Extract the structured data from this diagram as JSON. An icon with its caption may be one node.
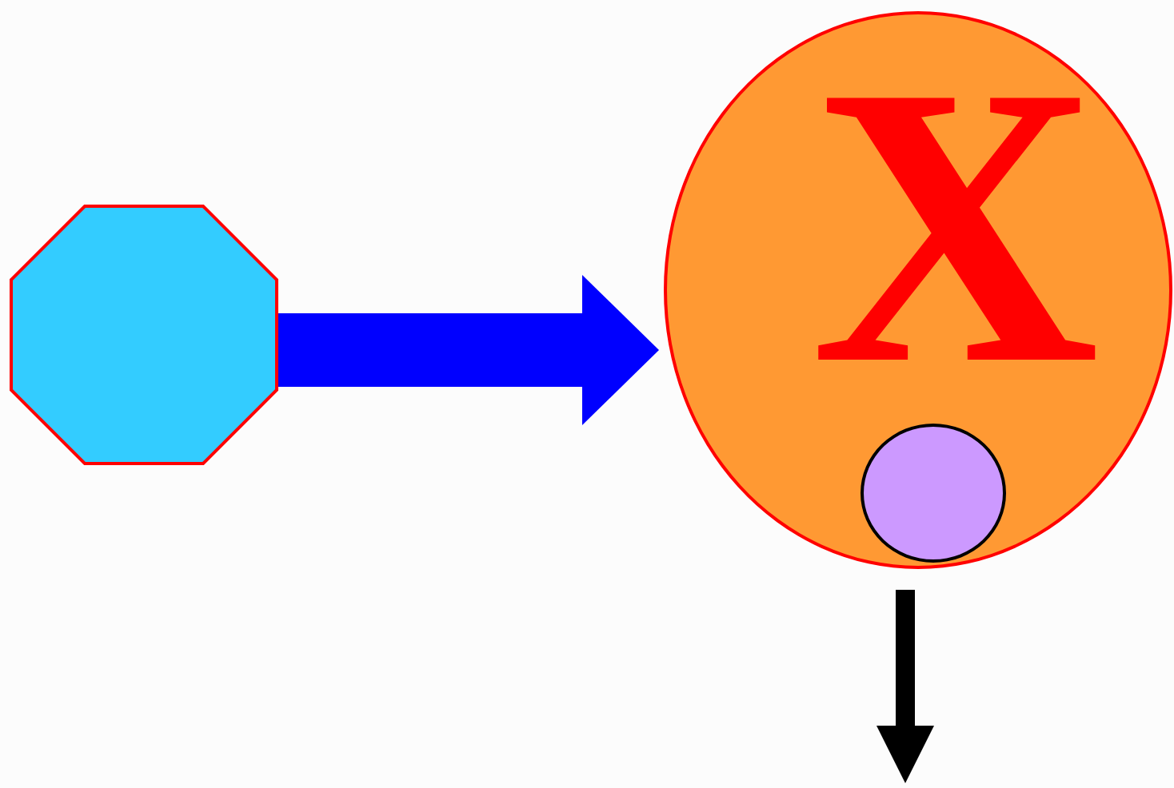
{
  "diagram": {
    "nodes": [
      {
        "text": [],
        "shape": "octagon"
      },
      {
        "text": [
          "X"
        ]
      },
      {
        "text": [],
        "shape": "circle",
        "in": 1
      }
    ],
    "edges": [
      {
        "from": 0,
        "to": 1,
        "arrow": "to",
        "style": "thick",
        "color": "#0000ff"
      },
      {
        "from": 1,
        "to": null,
        "arrow": "to",
        "color": "#000000"
      }
    ]
  }
}
